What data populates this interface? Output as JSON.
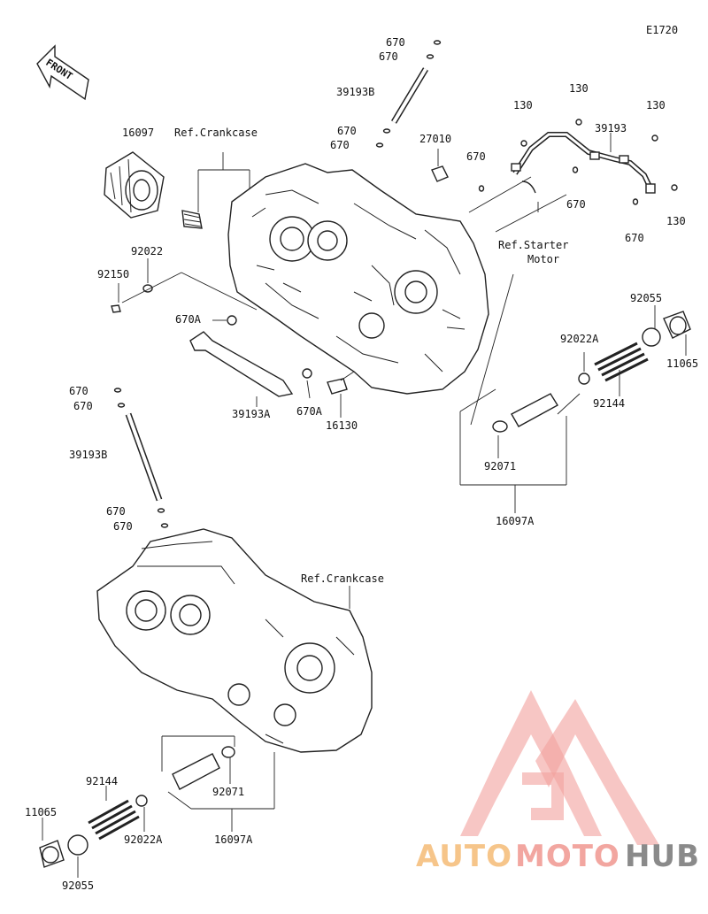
{
  "diagram_code": "E1720",
  "front_label": "FRONT",
  "labels": {
    "p670_a": "670",
    "p670_b": "670",
    "p39193b_top": "39193B",
    "p670_c": "670",
    "p670_d": "670",
    "p27010": "27010",
    "p130_a": "130",
    "p130_b": "130",
    "p130_c": "130",
    "p130_d": "130",
    "p39193": "39193",
    "p670_e": "670",
    "p670_f": "670",
    "p670_g": "670",
    "p16097": "16097",
    "ref_crankcase_top": "Ref.Crankcase",
    "p92022": "92022",
    "p92150": "92150",
    "ref_starter_motor_1": "Ref.Starter",
    "ref_starter_motor_2": "Motor",
    "p670a_a": "670A",
    "p670a_b": "670A",
    "p39193a": "39193A",
    "p16130": "16130",
    "p92055_top": "92055",
    "p11065_top": "11065",
    "p92022a_top": "92022A",
    "p92144_top": "92144",
    "p92071_top": "92071",
    "p16097a_top": "16097A",
    "p670_h": "670",
    "p670_i": "670",
    "p39193b_bot": "39193B",
    "p670_j": "670",
    "p670_k": "670",
    "ref_crankcase_bot": "Ref.Crankcase",
    "p92144_bot": "92144",
    "p11065_bot": "11065",
    "p92071_bot": "92071",
    "p92022a_bot": "92022A",
    "p16097a_bot": "16097A",
    "p92055_bot": "92055"
  },
  "watermark": {
    "part1": "AUTO",
    "part2": "MOTO",
    "part3": "HUB",
    "color1": "#f6c58a",
    "color2": "#f2a6a0",
    "color3": "#8a8a8a",
    "triangle_color": "#f08a86"
  }
}
